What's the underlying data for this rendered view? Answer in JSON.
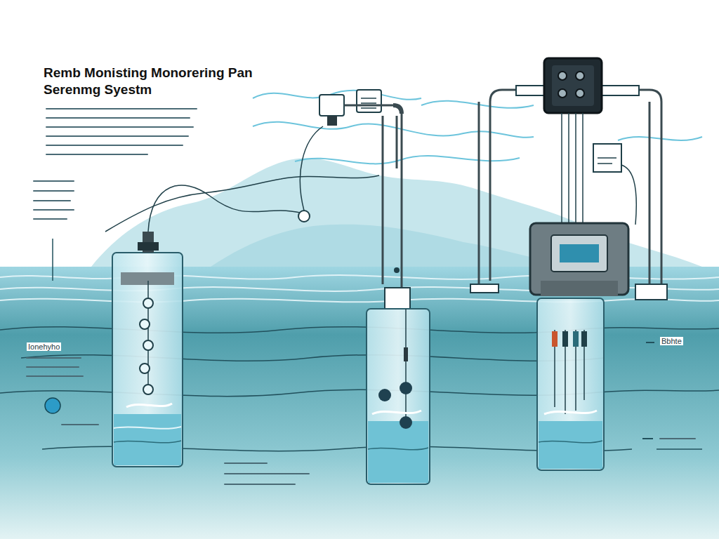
{
  "diagram": {
    "title": "Remb Monisting Monorering Pan Serenmg Syestm",
    "labels": [
      "Ionehyho",
      "Bbhte"
    ]
  }
}
